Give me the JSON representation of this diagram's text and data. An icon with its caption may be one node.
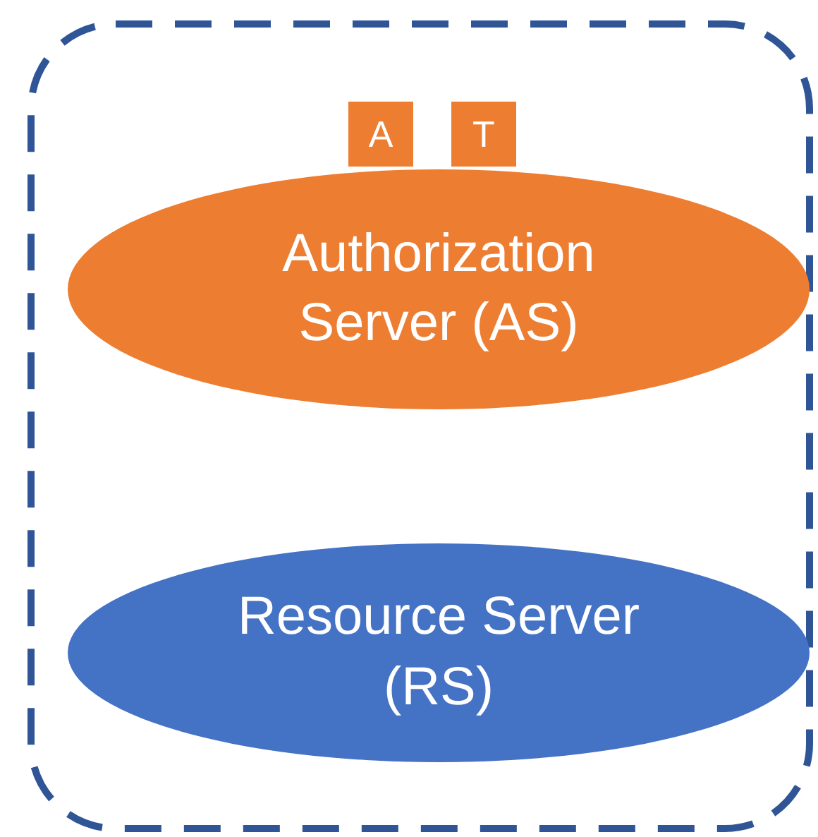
{
  "diagram": {
    "nodes": [
      {
        "text": [],
        "shape": "box"
      },
      {
        "text": [
          "A"
        ],
        "in": 0
      },
      {
        "text": [
          "T"
        ],
        "in": 0
      },
      {
        "text": [
          "Authorization Server (AS)"
        ],
        "in": 0
      },
      {
        "text": [
          "Resource Server (RS)"
        ],
        "in": 0
      }
    ]
  }
}
